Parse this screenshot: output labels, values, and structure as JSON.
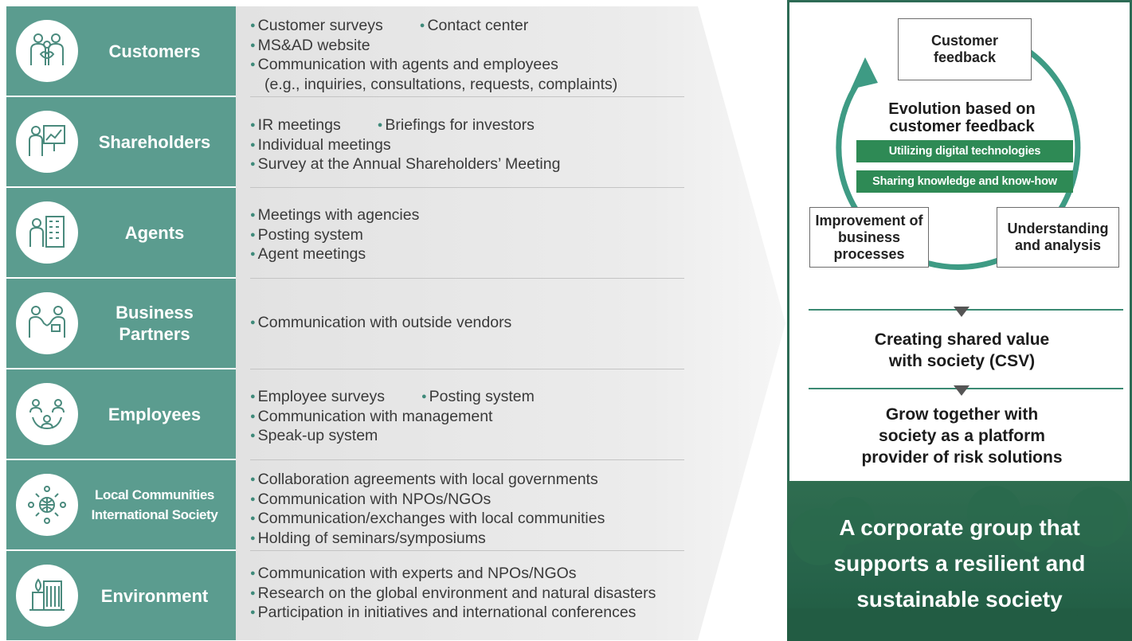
{
  "stakeholders": [
    {
      "label": "Customers",
      "icon": "family-icon",
      "lines": [
        [
          "Customer surveys",
          "Contact center"
        ],
        [
          "MS&AD website"
        ],
        [
          "Communication with agents and employees"
        ],
        [
          "(e.g., inquiries, consultations, requests, complaints)"
        ]
      ]
    },
    {
      "label": "Shareholders",
      "icon": "presentation-icon",
      "lines": [
        [
          "IR meetings",
          "Briefings for investors"
        ],
        [
          "Individual meetings"
        ],
        [
          "Survey at the Annual Shareholders’ Meeting"
        ]
      ]
    },
    {
      "label": "Agents",
      "icon": "building-person-icon",
      "lines": [
        [
          "Meetings with agencies"
        ],
        [
          "Posting system"
        ],
        [
          "Agent meetings"
        ]
      ]
    },
    {
      "label": "Business Partners",
      "label_lines": [
        "Business",
        "Partners"
      ],
      "icon": "handshake-icon",
      "lines": [
        [
          "Communication with outside vendors"
        ]
      ]
    },
    {
      "label": "Employees",
      "icon": "team-network-icon",
      "lines": [
        [
          "Employee surveys",
          "Posting system"
        ],
        [
          "Communication with management"
        ],
        [
          "Speak-up system"
        ]
      ]
    },
    {
      "label": "Local Communities International Society",
      "label_lines": [
        "Local Communities",
        "International Society"
      ],
      "icon": "globe-people-icon",
      "lines": [
        [
          "Collaboration agreements with local governments"
        ],
        [
          "Communication with NPOs/NGOs"
        ],
        [
          "Communication/exchanges with local communities"
        ],
        [
          "Holding of seminars/symposiums"
        ]
      ]
    },
    {
      "label": "Environment",
      "icon": "eco-building-icon",
      "lines": [
        [
          "Communication with experts and NPOs/NGOs"
        ],
        [
          "Research on the global environment and natural disasters"
        ],
        [
          "Participation in initiatives and international conferences"
        ]
      ]
    }
  ],
  "cycle": {
    "customer_feedback": [
      "Customer",
      "feedback"
    ],
    "evolution": [
      "Evolution based on",
      "customer feedback"
    ],
    "bar1": "Utilizing digital technologies",
    "bar2": "Sharing knowledge and know-how",
    "improvement": [
      "Improvement of",
      "business",
      "processes"
    ],
    "understanding": [
      "Understanding",
      "and analysis"
    ]
  },
  "csv": [
    "Creating shared value",
    "with society (CSV)"
  ],
  "grow": [
    "Grow together with",
    "society as a platform",
    "provider of risk solutions"
  ],
  "final": [
    "A corporate group that",
    "supports a resilient and",
    "sustainable society"
  ],
  "colors": {
    "teal": "#5b9c8f",
    "dark_green": "#2d6b55",
    "bar_green": "#2e8a55",
    "gray_panel": "#e6e6e6"
  }
}
